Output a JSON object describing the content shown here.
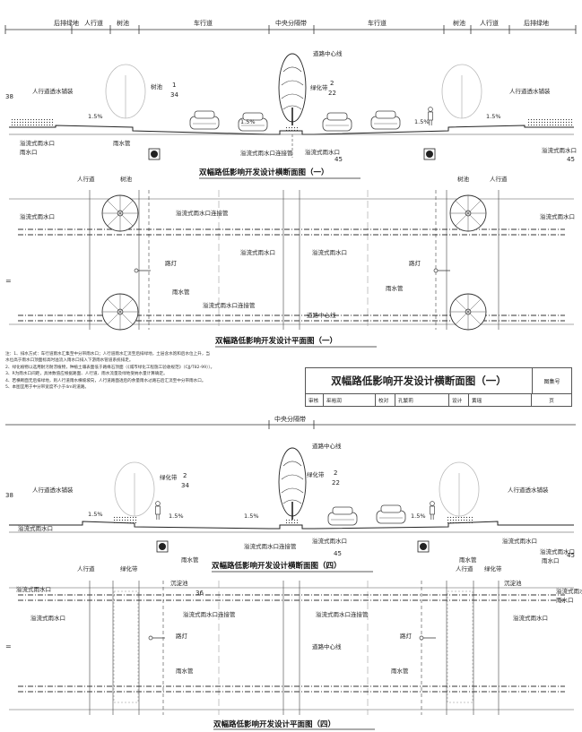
{
  "header": {
    "segments": [
      "后排绿地",
      "人行道",
      "树池",
      "车行道",
      "中央分隔带",
      "车行道",
      "树池",
      "人行道",
      "后排绿地"
    ]
  },
  "section1": {
    "title": "双幅路低影响开发设计横断面图（一）",
    "labels": {
      "road_center": "道路中心线",
      "green_belt": "绿化带",
      "tree_pit": "树池",
      "permeable_left": "人行道透水铺装",
      "permeable_right": "人行道透水铺装",
      "slope1": "1.5%",
      "slope2": "1.5%",
      "slope3": "1.5%",
      "slope4": "1.5%",
      "rain_pipe": "雨水管",
      "overflow_pipe": "溢流式雨水口连接管",
      "overflow_left": "溢流式雨水口",
      "overflow_right": "溢流式雨水口",
      "overflow_mid": "溢流式雨水口",
      "n38": "38",
      "n45a": "45",
      "n45b": "45",
      "n1": "1",
      "n34": "34",
      "n2": "2",
      "n22": "22"
    }
  },
  "plan1": {
    "title": "双幅路低影响开发设计平面图（一）",
    "labels": {
      "sidewalk": "人行道",
      "tree_pit_l": "树池",
      "tree_pit_r": "树池",
      "sidewalk_r": "人行道",
      "overflow_l": "溢流式雨水口",
      "overflow_r": "溢流式雨水口",
      "overflow_pipe": "溢流式雨水口连接管",
      "overflow_mid": "溢流式雨水口",
      "overflow_mid2": "溢流式雨水口",
      "overflow_low": "溢流式雨水口连接管",
      "lamp_l": "路灯",
      "lamp_r": "路灯",
      "rain_pipe_l": "雨水管",
      "rain_pipe_r": "雨水管",
      "road_center": "道路中心线",
      "mark": "="
    }
  },
  "notes": {
    "lines": [
      "注：1、排水方式：车行道雨水汇集至中分带雨水口；人行道雨水汇流至后排绿地，土层含水饱和后水位上升，当",
      "      水位高于雨水口顶面标高时溢流入雨水口排入下游雨水管道系统排走。",
      "   2、绿化植物以选用耐污耐涝植物，种植土壤表面低于路缘石顶面（《城市绿化工程施工验收规范》（CJJ/T82-99））。",
      "   3、R为雨水口间距，具体数值应根据路面、人行道、雨水流量及绿地受纳水量计算确定。",
      "   4、若横断面无后排绿地，则人行道雨水横坡坡向，人行道路面透后的余量雨水过路石后汇流至中分带雨水口。",
      "   5、本图宜用于中分带宽度不小于4m的道路。"
    ]
  },
  "titleblock": {
    "title": "双幅路低影响开发设计横断面图（一）",
    "number_label": "图集号",
    "reviewer_label": "审核",
    "reviewer": "巫裕润",
    "checker_label": "校对",
    "checker": "孔繁莉",
    "designer_label": "设计",
    "designer": "黄瑶",
    "page_label": "页"
  },
  "section4": {
    "center_strip": "中央分隔带",
    "title": "双幅路低影响开发设计横断面图（四）",
    "labels": {
      "road_center": "道路中心线",
      "green_belt_l": "绿化带",
      "green_belt_r": "绿化带",
      "permeable_left": "人行道透水铺装",
      "permeable_right": "人行道透水铺装",
      "slope1": "1.5%",
      "slope2": "1.5%",
      "slope3": "1.5%",
      "slope4": "1.5%",
      "n38": "38",
      "n45a": "45",
      "n45b": "45",
      "n2a": "2",
      "n34": "34",
      "n2b": "2",
      "n22": "22",
      "overflow_l": "溢流式雨水口",
      "overflow_pipe": "溢流式雨水口连接管",
      "overflow_r": "溢流式雨水口",
      "overflow_mid": "溢流式雨水口",
      "overflow_far": "溢流式雨水口",
      "rain_pipe_l": "雨水管",
      "rain_pipe_r": "雨水管",
      "sidewalk_l": "人行道",
      "green_l": "绿化带",
      "sidewalk_r": "人行道",
      "green_r": "绿化带"
    }
  },
  "plan4": {
    "title": "双幅路低影响开发设计平面图（四）",
    "labels": {
      "overflow_l": "溢流式雨水口",
      "overflow_r": "溢流式雨水口",
      "settle_l": "沉淀池",
      "settle_r": "沉淀池",
      "n36": "36",
      "overflow_in_l": "溢流式雨水口",
      "overflow_pipe_l": "溢流式雨水口连接管",
      "overflow_in_r": "溢流式雨水口",
      "overflow_pipe_r": "溢流式雨水口连接管",
      "lamp_l": "路灯",
      "lamp_r": "路灯",
      "road_center": "道路中心线",
      "rain_pipe_l": "雨水管",
      "rain_pipe_r": "雨水管",
      "mark": "="
    }
  }
}
